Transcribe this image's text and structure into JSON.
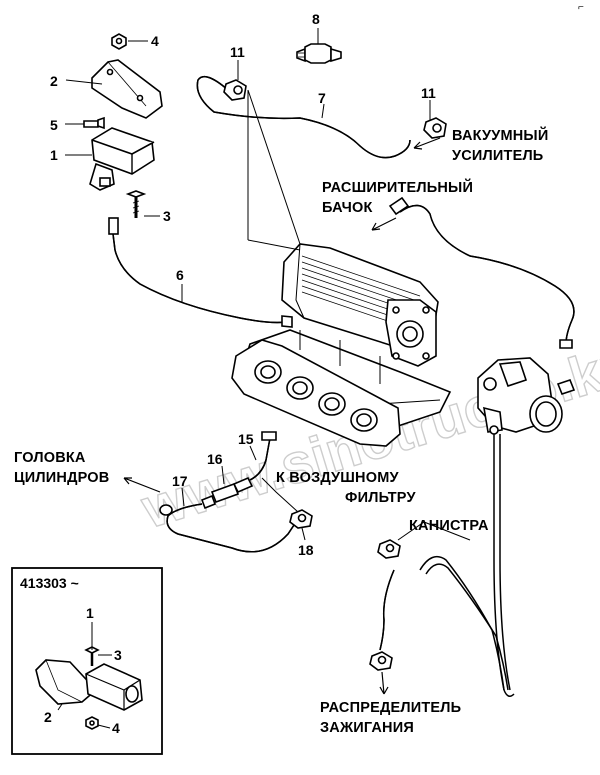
{
  "watermark": "www.sinotrucko.kz",
  "corner_mark": "⌐",
  "callouts": {
    "c1": "1",
    "c2": "2",
    "c3": "3",
    "c4": "4",
    "c5": "5",
    "c6": "6",
    "c7": "7",
    "c8": "8",
    "c11a": "11",
    "c11b": "11",
    "c15": "15",
    "c16": "16",
    "c17": "17",
    "c18": "18"
  },
  "captions": {
    "vacuum_line1": "ВАКУУМНЫЙ",
    "vacuum_line2": "УСИЛИТЕЛЬ",
    "tank_line1": "РАСШИРИТЕЛЬНЫЙ",
    "tank_line2": "БАЧОК",
    "head_line1": "ГОЛОВКА",
    "head_line2": "ЦИЛИНДРОВ",
    "filter_line1": "К ВОЗДУШНОМУ",
    "filter_line2": "ФИЛЬТРУ",
    "canister": "КАНИСТРА",
    "distributor_line1": "РАСПРЕДЕЛИТЕЛЬ",
    "distributor_line2": "ЗАЖИГАНИЯ"
  },
  "inset": {
    "serial": "413303 ~",
    "c1": "1",
    "c2": "2",
    "c3": "3",
    "c4": "4"
  }
}
